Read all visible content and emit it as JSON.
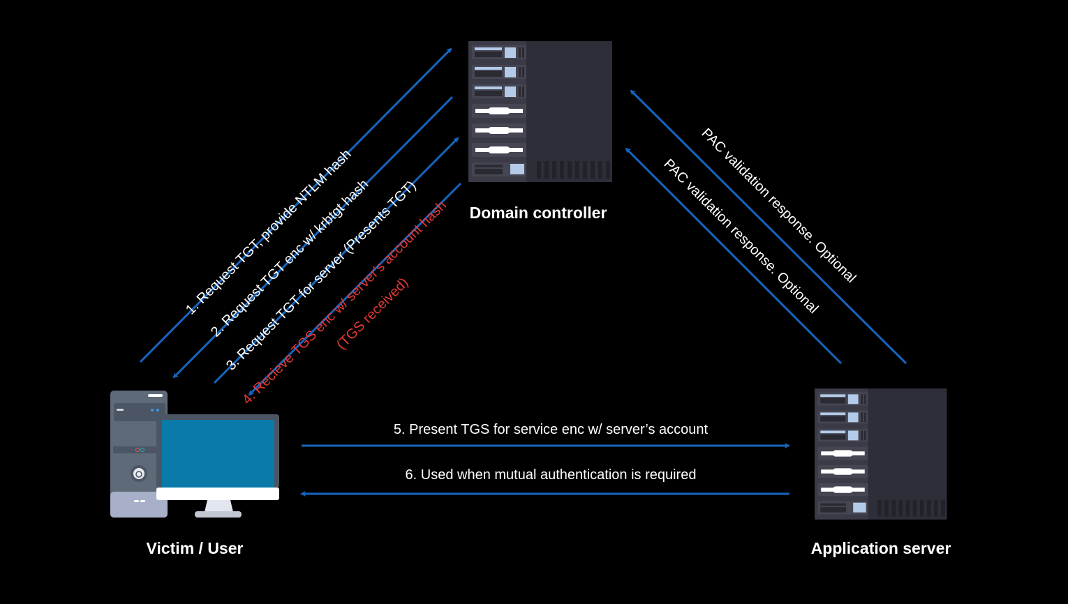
{
  "colors": {
    "background": "#000000",
    "arrow": "#1565c0",
    "text": "#ffffff",
    "highlight": "#e53935",
    "server_body": "#2e2e38",
    "server_panel": "#3a3b46",
    "server_accent": "#b3cbe8",
    "monitor_screen": "#0a7aa8"
  },
  "nodes": {
    "domain_controller": {
      "label": "Domain controller",
      "icon": "server-rack-icon"
    },
    "victim": {
      "label": "Victim / User",
      "icon": "desktop-computer-icon"
    },
    "app_server": {
      "label": "Application server",
      "icon": "server-rack-icon"
    }
  },
  "arrows": [
    {
      "id": "step1",
      "label": "1. Request TGT, provide NTLM hash",
      "from": "victim",
      "to": "domain_controller",
      "highlight": false
    },
    {
      "id": "step2",
      "label": "2. Request TGT enc w/ krbtgt hash",
      "from": "domain_controller",
      "to": "victim",
      "highlight": false
    },
    {
      "id": "step3",
      "label": "3. Request TGT for server (Presents TGT)",
      "from": "victim",
      "to": "domain_controller",
      "highlight": false
    },
    {
      "id": "step4",
      "label": "4. Recieve TGS enc w/ server's account hash",
      "sublabel": "(TGS received)",
      "from": "domain_controller",
      "to": "victim",
      "highlight": true
    },
    {
      "id": "step5",
      "label": "5. Present TGS for service enc w/ server’s account",
      "from": "victim",
      "to": "app_server",
      "highlight": false
    },
    {
      "id": "step6",
      "label": "6. Used when mutual authentication is required",
      "from": "app_server",
      "to": "victim",
      "highlight": false
    },
    {
      "id": "pac1",
      "label": "PAC validation response. Optional",
      "from": "app_server",
      "to": "domain_controller",
      "highlight": false
    },
    {
      "id": "pac2",
      "label": "PAC validation response. Optional",
      "from": "app_server",
      "to": "domain_controller",
      "highlight": false
    }
  ]
}
